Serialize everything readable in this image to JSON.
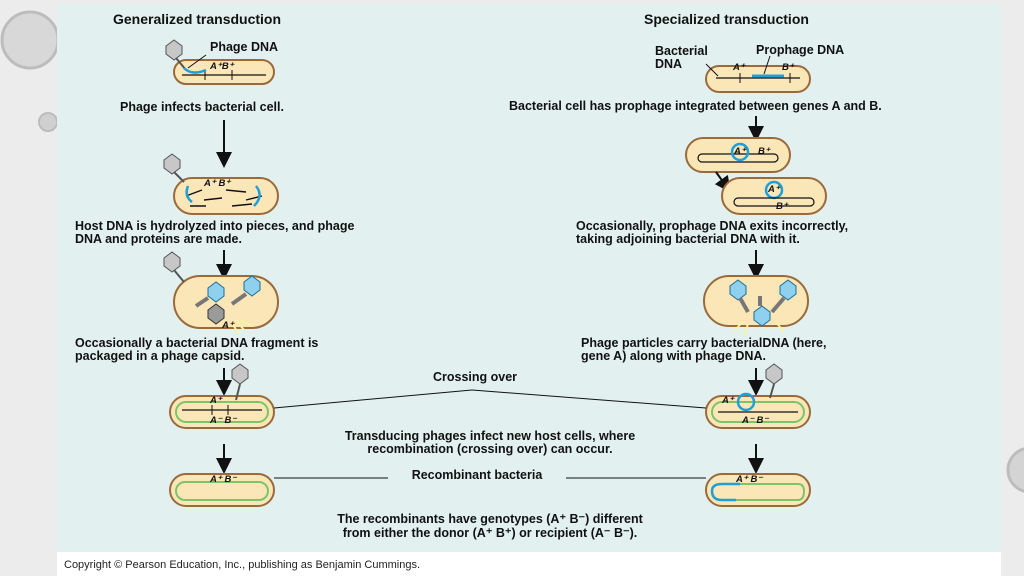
{
  "general": {
    "heading": "Generalized transduction",
    "phage_dna_label": "Phage DNA",
    "step1_gene": "A⁺B⁺",
    "step1_caption": "Phage infects bacterial cell.",
    "step2_gene": "A⁺  B⁺",
    "step2_caption_line1": "Host DNA is hydrolyzed into pieces, and phage",
    "step2_caption_line2": "DNA and proteins are made.",
    "step3_gene": "A⁺",
    "step3_caption_line1": "Occasionally a bacterial DNA fragment is",
    "step3_caption_line2": "packaged in a phage capsid.",
    "step4_gene_top": "A⁺",
    "step4_gene_bottom": "A⁻  B⁻",
    "step5_gene": "A⁺  B⁻"
  },
  "special": {
    "heading": "Specialized transduction",
    "bacterial_dna_label_line1": "Bacterial",
    "bacterial_dna_label_line2": "DNA",
    "prophage_dna_label": "Prophage DNA",
    "step1_gene_a": "A⁺",
    "step1_gene_b": "B⁺",
    "step1_caption": "Bacterial cell has prophage integrated between genes A and B.",
    "step2_gene_a": "A⁺",
    "step2_gene_b": "B⁺",
    "step2b_gene_a": "A⁺",
    "step2b_gene_b": "B⁺",
    "step2_caption_line1": "Occasionally, prophage DNA exits incorrectly,",
    "step2_caption_line2": "taking adjoining bacterial DNA with it.",
    "step3_caption_line1": "Phage particles carry bacterialDNA (here,",
    "step3_caption_line2": "gene A) along with phage DNA.",
    "step4_gene_top": "A⁺",
    "step4_gene_bottom": "A⁻  B⁻",
    "step5_gene": "A⁺  B⁻"
  },
  "shared": {
    "crossing_over": "Crossing over",
    "transducing_line1": "Transducing phages infect new host cells, where",
    "transducing_line2": "recombination (crossing over) can occur.",
    "recombinant": "Recombinant bacteria",
    "recombinants_line1": "The recombinants have genotypes (A⁺ B⁻) different",
    "recombinants_line2": "from either the donor (A⁺ B⁺) or recipient (A⁻ B⁻)."
  },
  "copyright": "Copyright © Pearson Education, Inc., publishing as Benjamin Cummings.",
  "colors": {
    "panel_bg": "#e2f0f0",
    "cell_fill": "#fbe6b8",
    "cell_stroke": "#9a6a3a",
    "phage_dna": "#1ea0d8",
    "recipient_dna": "#7cc46a"
  }
}
